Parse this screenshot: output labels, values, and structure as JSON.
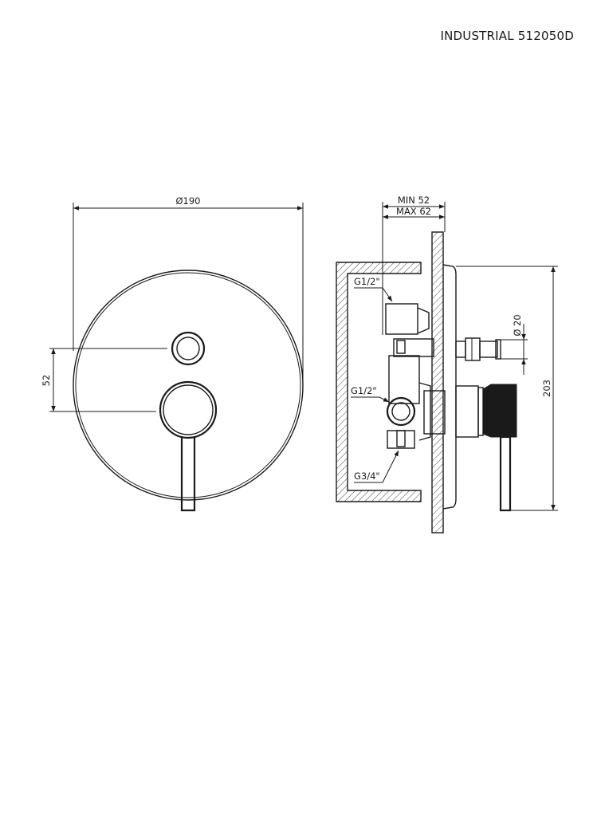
{
  "header": {
    "title": "INDUSTRIAL 512050D"
  },
  "front_view": {
    "diameter_label": "Ø190",
    "spacing_label": "52"
  },
  "side_view": {
    "depth_min_label": "MIN 52",
    "depth_max_label": "MAX 62",
    "inlet_top_label": "G1/2\"",
    "inlet_mid_label": "G1/2\"",
    "outlet_label": "G3/4\"",
    "knob_diameter_label": "Ø 20",
    "height_label": "203"
  }
}
